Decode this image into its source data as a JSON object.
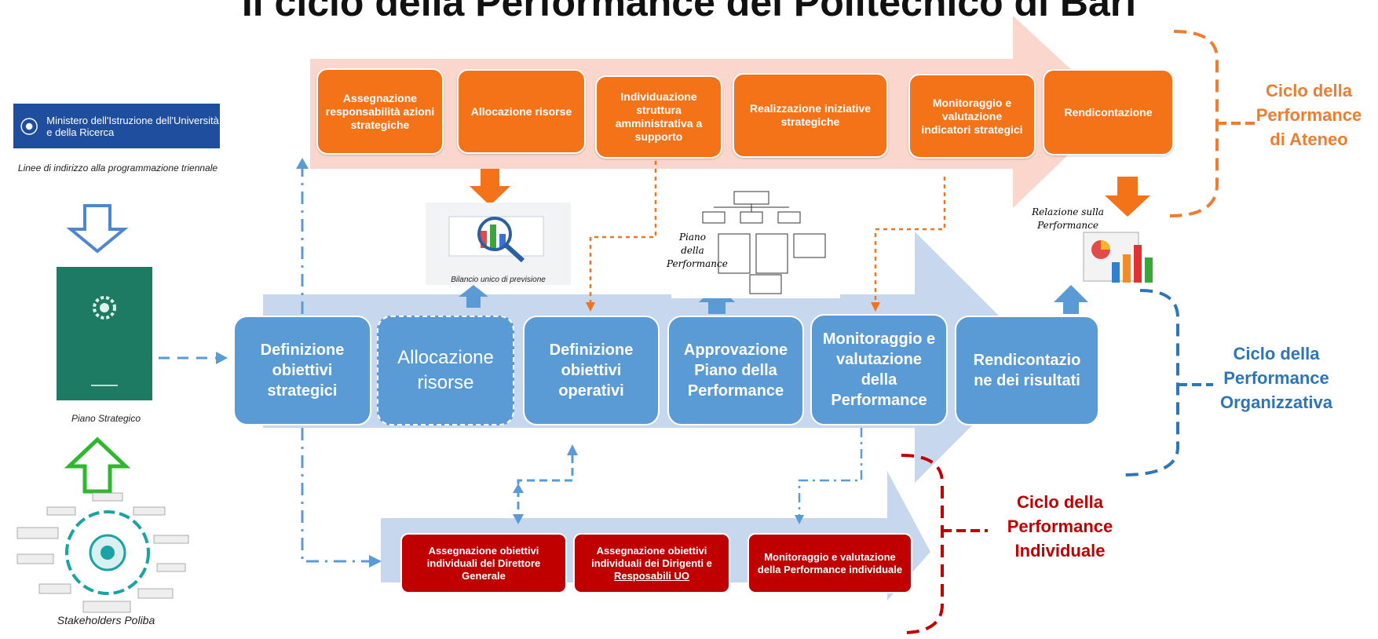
{
  "title": "Il ciclo della Performance del Politecnico di Bari",
  "left": {
    "ministry_logo_text": "Ministero dell'Istruzione dell'Università e della Ricerca",
    "linee_caption": "Linee di indirizzo alla programmazione triennale",
    "piano_caption": "Piano Strategico",
    "stakeholders_caption": "Stakeholders Poliba"
  },
  "top_boxes": [
    {
      "label": "Assegnazione responsabilità azioni strategiche"
    },
    {
      "label": "Allocazione risorse"
    },
    {
      "label": "Individuazione struttura amministrativa a supporto"
    },
    {
      "label": "Realizzazione iniziative strategiche"
    },
    {
      "label": "Monitoraggio e valutazione indicatori strategici"
    },
    {
      "label": "Rendicontazione"
    }
  ],
  "mid_boxes": [
    {
      "label": "Definizione obiettivi strategici"
    },
    {
      "label": "Allocazione risorse"
    },
    {
      "label": "Definizione obiettivi operativi"
    },
    {
      "label": "Approvazione Piano della Performance"
    },
    {
      "label": "Monitoraggio e valutazione della Performance"
    },
    {
      "label": "Rendicontazio ne dei risultati"
    }
  ],
  "bottom_boxes": [
    {
      "label": "Assegnazione obiettivi individuali del Direttore Generale"
    },
    {
      "label_main": "Assegnazione obiettivi individuali dei Dirigenti e",
      "label_u": "Resposabili UO"
    },
    {
      "label": "Monitoraggio e valutazione della Performance individuale"
    }
  ],
  "images": {
    "bilancio_caption": "Bilancio unico di previsione",
    "piano_perf_caption": "Piano della Performance",
    "relazione_caption": "Relazione sulla Performance"
  },
  "cycles": {
    "ateneo": "Ciclo della Performance di Ateneo",
    "organizzativa": "Ciclo della Performance Organizzativa",
    "individuale": "Ciclo della Performance Individuale"
  },
  "colors": {
    "orange": "#f57318",
    "blue": "#5b9bd5",
    "red": "#c00000",
    "cycle_orange": "#ed7d31",
    "cycle_blue": "#2e75b6",
    "cycle_red": "#c00000"
  }
}
